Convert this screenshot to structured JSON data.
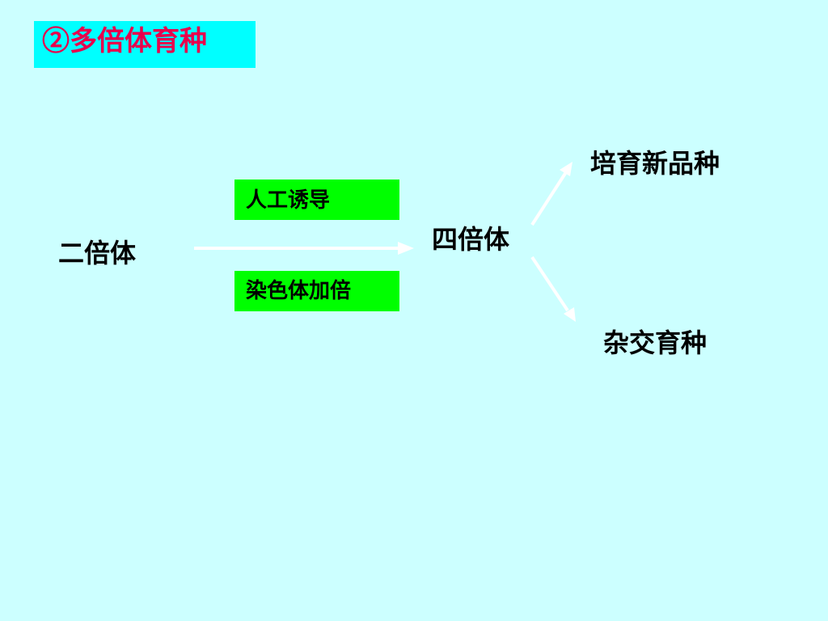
{
  "title": "②多倍体育种",
  "nodes": {
    "diploid": "二倍体",
    "tetraploid": "四倍体",
    "new_variety": "培育新品种",
    "hybrid": "杂交育种"
  },
  "methods": {
    "induction": "人工诱导",
    "doubling": "染色体加倍"
  },
  "colors": {
    "background": "#ccffff",
    "title_box": "#00ffff",
    "title_text": "#e8004c",
    "method_box": "#00ff00",
    "arrow": "#ffffff"
  }
}
